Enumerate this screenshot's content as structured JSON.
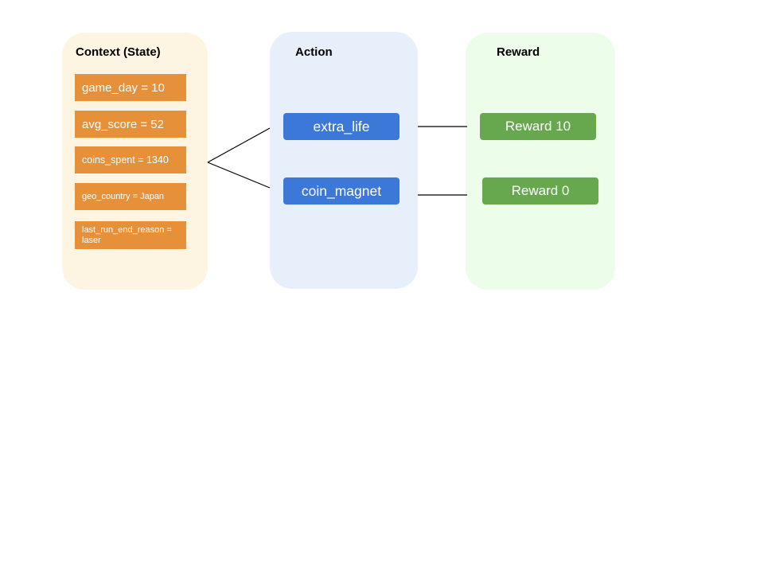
{
  "context": {
    "title": "Context (State)",
    "features": [
      "game_day = 10",
      "avg_score = 52",
      "coins_spent = 1340",
      "geo_country = Japan",
      "last_run_end_reason = laser"
    ]
  },
  "action": {
    "title": "Action",
    "items": [
      "extra_life",
      "coin_magnet"
    ]
  },
  "reward": {
    "title": "Reward",
    "items": [
      "Reward 10",
      "Reward 0"
    ]
  },
  "colors": {
    "context_panel": "#fef4e2",
    "action_panel": "#e7f0fa",
    "reward_panel": "#ecfde9",
    "feature_box": "#e6913a",
    "action_box": "#3b78d8",
    "reward_box": "#67a84f"
  }
}
